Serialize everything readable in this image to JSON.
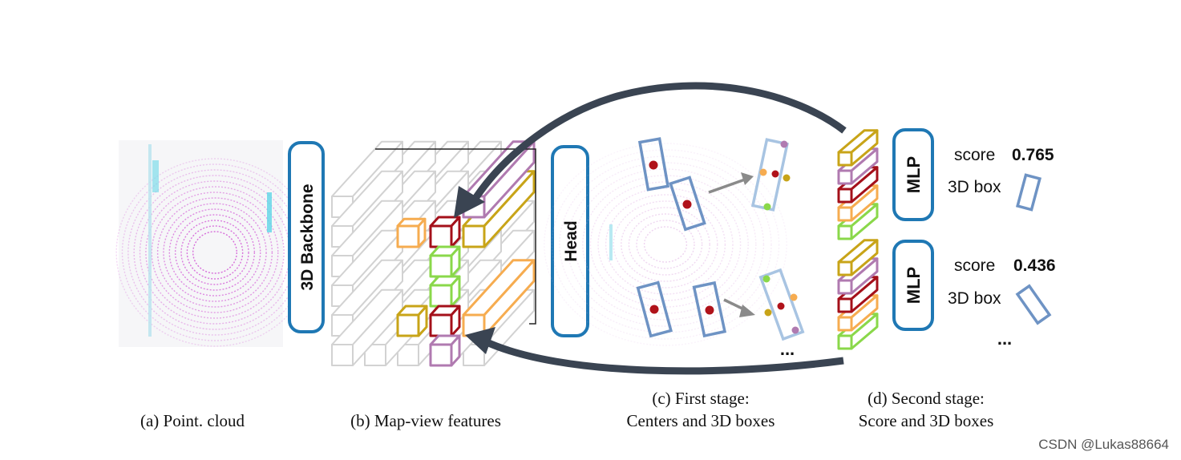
{
  "modules": {
    "backbone": "3D Backbone",
    "head": "Head",
    "mlp_top": "MLP",
    "mlp_bottom": "MLP"
  },
  "outputs": {
    "top": {
      "score_label": "score",
      "score_value": "0.765",
      "box_label": "3D box"
    },
    "bottom": {
      "score_label": "score",
      "score_value": "0.436",
      "box_label": "3D box"
    },
    "ellipsis": "..."
  },
  "stage1": {
    "ellipsis": "..."
  },
  "captions": {
    "a": "(a) Point. cloud",
    "b": "(b) Map-view features",
    "c_line1": "(c) First stage:",
    "c_line2": "Centers and 3D boxes",
    "d_line1": "(d) Second stage:",
    "d_line2": "Score and 3D boxes"
  },
  "watermark": "CSDN @Lukas88664",
  "colors": {
    "module_border": "#1f78b4",
    "arrow": "#3a4452",
    "box_blue": "#6e93c4",
    "center_red": "#b0121a",
    "feat_olive": "#c8a418",
    "feat_purple": "#b07ab0",
    "feat_red": "#a4101a",
    "feat_orange": "#f6ac50",
    "feat_green": "#8ad84a",
    "feat_grey": "#d2d2d2",
    "point_cloud": "#cc40d0"
  }
}
